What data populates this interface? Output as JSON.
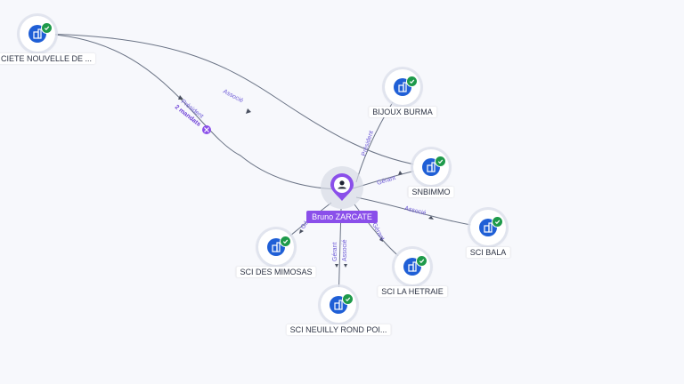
{
  "center": {
    "name": "Bruno ZARCATE",
    "icon": "person-icon"
  },
  "companies": [
    {
      "id": "societe",
      "label": "CIETE NOUVELLE DE ...",
      "icon": "building-icon",
      "verified": true
    },
    {
      "id": "bijoux",
      "label": "BIJOUX BURMA",
      "icon": "building-icon",
      "verified": true
    },
    {
      "id": "snbimmo",
      "label": "SNBIMMO",
      "icon": "building-icon",
      "verified": true
    },
    {
      "id": "bala",
      "label": "SCI BALA",
      "icon": "building-icon",
      "verified": true
    },
    {
      "id": "mimosas",
      "label": "SCI DES MIMOSAS",
      "icon": "building-icon",
      "verified": true
    },
    {
      "id": "hetraie",
      "label": "SCI LA HETRAIE",
      "icon": "building-icon",
      "verified": true
    },
    {
      "id": "neuilly",
      "label": "SCI NEUILLY ROND POI...",
      "icon": "building-icon",
      "verified": true
    }
  ],
  "edges": {
    "societe_president": "Président",
    "societe_mandates": "2 mandats",
    "societe_snbimmo": "Associé",
    "bijoux": "Président",
    "snbimmo": "Gérant",
    "bala": "Associé",
    "mimosas": "Gé",
    "neuilly_1": "Gérant",
    "neuilly_2": "Associé",
    "hetraie": "Gérant"
  },
  "colors": {
    "person_pin": "#8a4fea",
    "building": "#1f5fd6",
    "verified": "#1e9a4a",
    "edge": "#6a7385",
    "edge_label": "#6d5ad6"
  }
}
